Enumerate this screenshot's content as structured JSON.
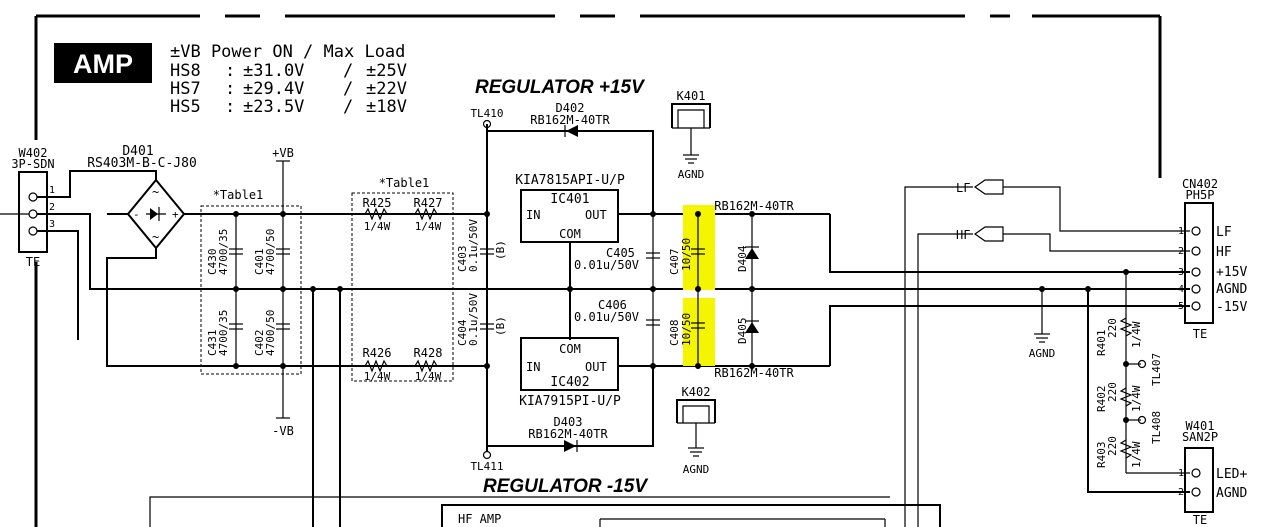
{
  "badge": {
    "label": "AMP"
  },
  "power_table": {
    "header": "±VB Power ON / Max Load",
    "rows": [
      {
        "model": "HS8",
        "sep": ":",
        "power": "±31.0V",
        "slash": "/",
        "load": "±25V"
      },
      {
        "model": "HS7",
        "sep": ":",
        "power": "±29.4V",
        "slash": "/",
        "load": "±22V"
      },
      {
        "model": "HS5",
        "sep": ":",
        "power": "±23.5V",
        "slash": "/",
        "load": "±18V"
      }
    ]
  },
  "titles": {
    "reg_pos": "REGULATOR +15V",
    "reg_neg": "REGULATOR -15V"
  },
  "connectors": {
    "w402": {
      "ref": "W402",
      "type": "3P-SDN",
      "pins": [
        "1",
        "2",
        "3"
      ],
      "footer": "TE"
    },
    "cn402": {
      "ref": "CN402",
      "type": "PH5P",
      "pins": [
        "1",
        "2",
        "3",
        "4",
        "5"
      ],
      "signals": [
        "LF",
        "HF",
        "+15V",
        "AGND",
        "-15V"
      ],
      "footer": "TE"
    },
    "w401": {
      "ref": "W401",
      "type": "SAN2P",
      "pins": [
        "1",
        "2"
      ],
      "signals": [
        "LED+",
        "AGND"
      ],
      "footer": "TE"
    },
    "k401": {
      "ref": "K401",
      "gnd": "AGND"
    },
    "k402": {
      "ref": "K402",
      "gnd": "AGND"
    }
  },
  "components": {
    "d401": {
      "ref": "D401",
      "part": "RS403M-B-C-J80"
    },
    "vb_pos": "+VB",
    "vb_neg": "-VB",
    "table1_a": "*Table1",
    "table1_b": "*Table1",
    "c430": {
      "ref": "C430",
      "val": "4700/35"
    },
    "c401": {
      "ref": "C401",
      "val": "4700/50"
    },
    "c431": {
      "ref": "C431",
      "val": "4700/35"
    },
    "c402": {
      "ref": "C402",
      "val": "4700/50"
    },
    "r425": {
      "ref": "R425",
      "val": "1/4W"
    },
    "r427": {
      "ref": "R427",
      "val": "1/4W"
    },
    "r426": {
      "ref": "R426",
      "val": "1/4W"
    },
    "r428": {
      "ref": "R428",
      "val": "1/4W"
    },
    "c403": {
      "ref": "C403",
      "val": "0.1u/50V",
      "code": "(B)"
    },
    "c404": {
      "ref": "C404",
      "val": "0.1u/50V",
      "code": "(B)"
    },
    "tl410": "TL410",
    "tl411": "TL411",
    "d402": {
      "ref": "D402",
      "part": "RB162M-40TR"
    },
    "d403": {
      "ref": "D403",
      "part": "RB162M-40TR"
    },
    "ic401": {
      "part": "KIA7815API-U/P",
      "ref": "IC401",
      "in": "IN",
      "out": "OUT",
      "com": "COM"
    },
    "ic402": {
      "part": "KIA7915PI-U/P",
      "ref": "IC402",
      "in": "IN",
      "out": "OUT",
      "com": "COM"
    },
    "c405": {
      "ref": "C405",
      "val": "0.01u/50V"
    },
    "c406": {
      "ref": "C406",
      "val": "0.01u/50V"
    },
    "c407": {
      "ref": "C407",
      "val": "10/50"
    },
    "c408": {
      "ref": "C408",
      "val": "10/50"
    },
    "d404": {
      "ref": "D404",
      "part": "RB162M-40TR"
    },
    "d405": {
      "ref": "D405",
      "part": "RB162M-40TR"
    },
    "r401": {
      "ref": "R401",
      "val": "220",
      "w": "1/4W"
    },
    "r402": {
      "ref": "R402",
      "val": "220",
      "w": "1/4W"
    },
    "r403": {
      "ref": "R403",
      "val": "220",
      "w": "1/4W"
    },
    "tl407": "TL407",
    "tl408": "TL408",
    "agnd": "AGND",
    "lf_flag": "LF",
    "hf_flag": "HF",
    "hf_amp": "HF AMP"
  },
  "colors": {
    "highlight": "#f5f500",
    "ink": "#000000",
    "badge_bg": "#000000",
    "badge_fg": "#ffffff"
  }
}
